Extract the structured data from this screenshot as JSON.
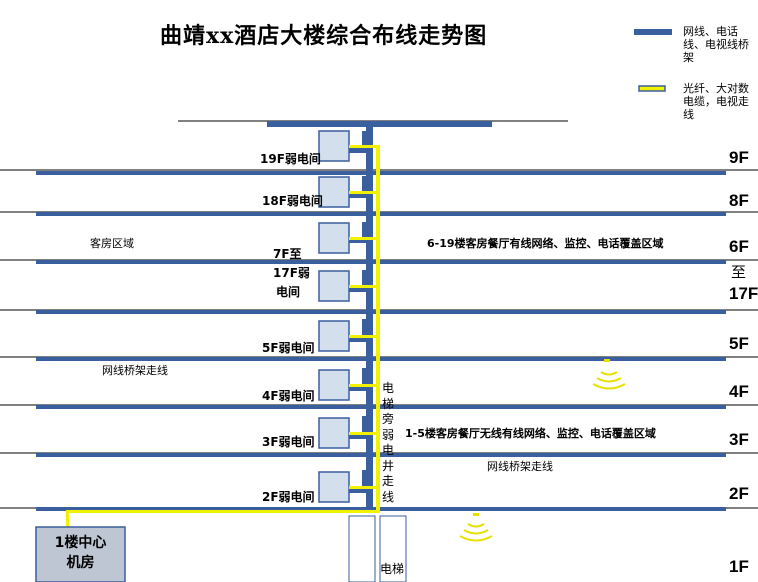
{
  "title": "曲靖xx酒店大楼综合布线走势图",
  "legend": {
    "blue_label": "网线、电话线、电视线桥架",
    "yellow_label": "光纤、大对数电缆，电视走线"
  },
  "floors": [
    "9F",
    "8F",
    "6F",
    "至",
    "17F",
    "5F",
    "4F",
    "3F",
    "2F",
    "1F"
  ],
  "rooms": {
    "r19": "19F弱电间",
    "r18": "18F弱电间",
    "r7a": "7F至",
    "r7b": "17F弱",
    "r7c": "电间",
    "r5": "5F弱电间",
    "r4": "4F弱电间",
    "r3": "3F弱电间",
    "r2": "2F弱电间"
  },
  "notes": {
    "guest": "客房区域",
    "upper": "6-19楼客房餐厅有线网络、监控、电话覆盖区域",
    "tray_left": "网线桥架走线",
    "lower": "1-5楼客房餐厅无线有线网络、监控、电话覆盖区域",
    "tray_right": "网线桥架走线",
    "shaft": "电梯旁弱电井走线",
    "elevator": "电梯"
  },
  "center": {
    "line1": "1楼中心",
    "line2": "机房"
  },
  "colors": {
    "tray": "#3A5F9E",
    "fiber": "#F2F200",
    "box_fill": "#D4DFEE",
    "box_stroke": "#3A5F9E",
    "center_fill": "#BFC6D3"
  }
}
